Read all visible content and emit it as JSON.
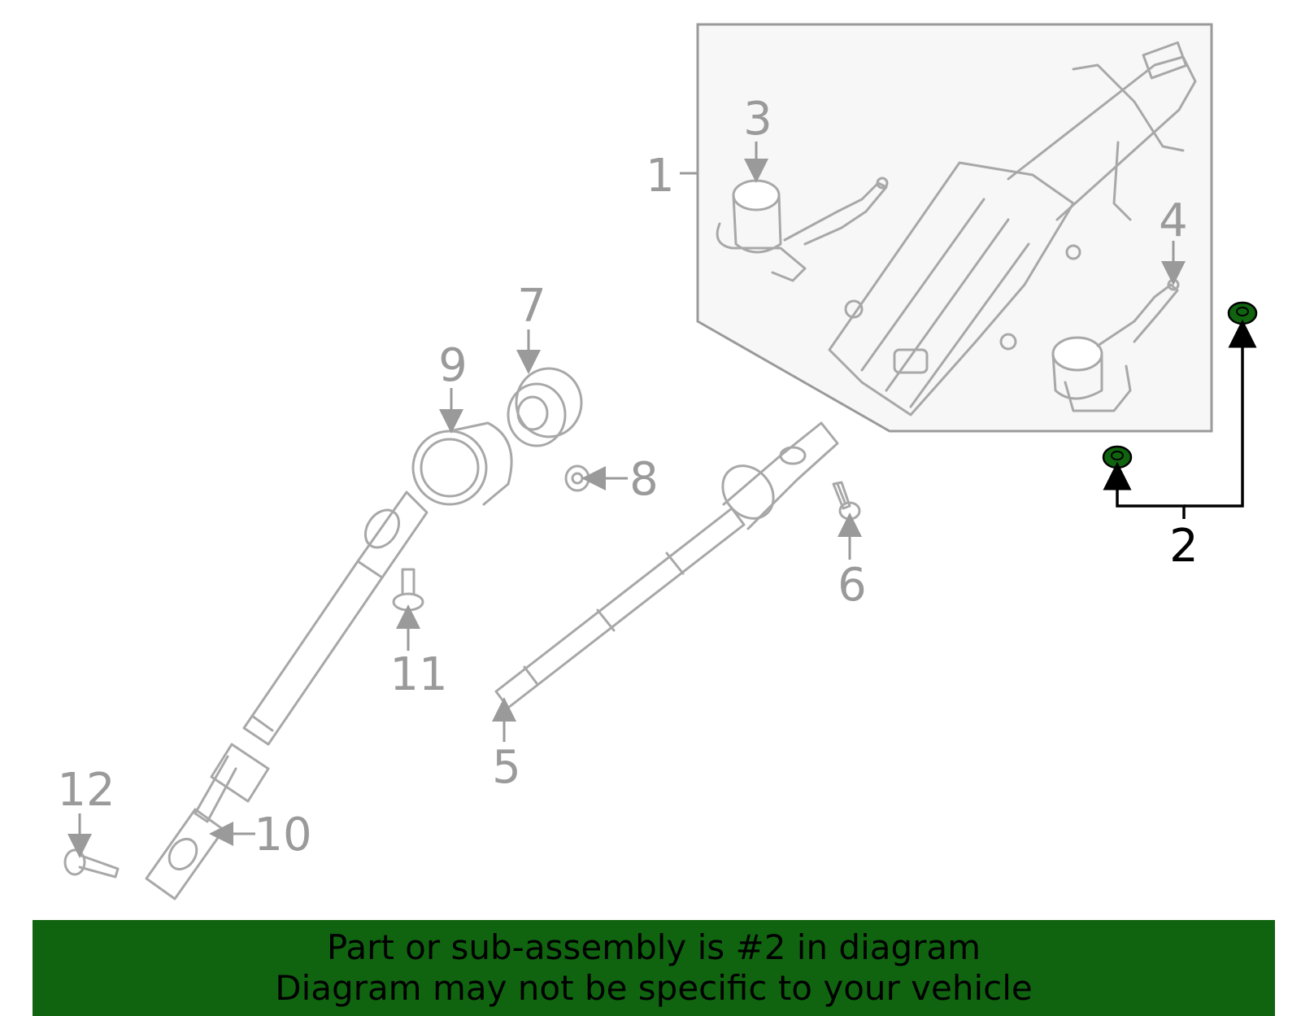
{
  "diagram": {
    "callouts": [
      "1",
      "2",
      "3",
      "4",
      "5",
      "6",
      "7",
      "8",
      "9",
      "10",
      "11",
      "12"
    ],
    "highlighted_part": "2"
  },
  "banner": {
    "line1": "Part or sub-assembly is #2 in diagram",
    "line2": "Diagram may not be specific to your vehicle"
  },
  "colors": {
    "highlight": "#106410",
    "line_art": "#a8a8a8",
    "callout_text": "#9a9a9a",
    "active_text": "#000000"
  }
}
